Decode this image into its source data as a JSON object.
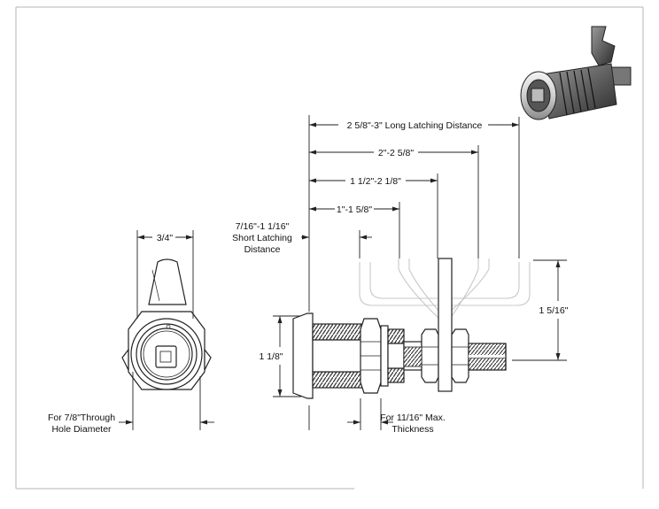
{
  "dimensions": {
    "long_latching": "2 5/8\"-3\" Long Latching Distance",
    "range_2_258": "2\"-2 5/8\"",
    "range_112_218": "1 1/2\"-2 1/8\"",
    "range_1_158": "1\"-1 5/8\"",
    "short_line1": "7/16\"-1 1/16\"",
    "short_line2": "Short Latching",
    "short_line3": "Distance",
    "width_34": "3/4\"",
    "height_118": "1 1/8\"",
    "height_1516": "1 5/16\"",
    "hole_line1": "For 7/8\"Through",
    "hole_line2": "Hole Diameter",
    "thick_line1": "For 11/16\" Max.",
    "thick_line2": "Thickness"
  },
  "colors": {
    "line": "#222222",
    "cam_outline": "#c8c8c8",
    "border": "#b5b5b5"
  }
}
